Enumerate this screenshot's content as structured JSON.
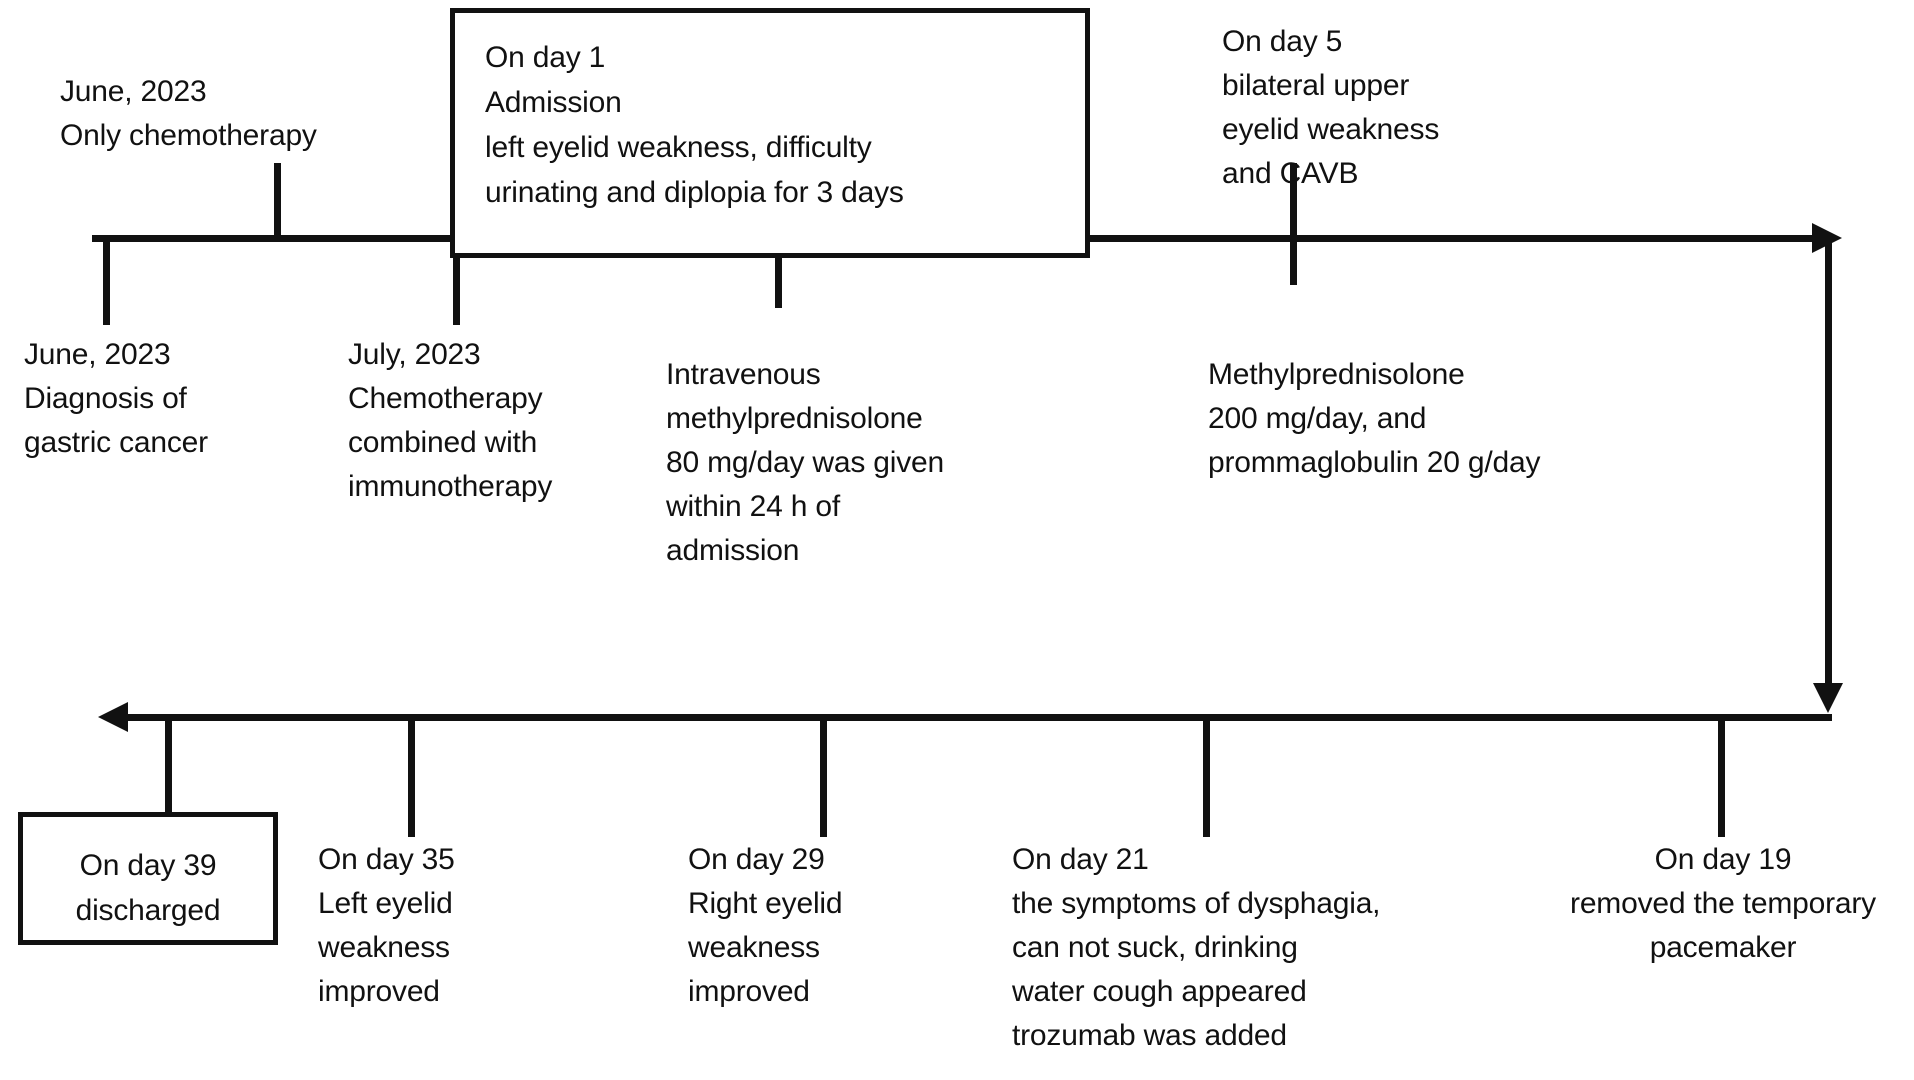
{
  "diagram": {
    "title": "Clinical course timeline",
    "line_color": "#111111",
    "background": "#ffffff"
  },
  "timeline_top": {
    "direction": "left-to-right",
    "above_labels": [
      {
        "id": "june-2023-chemo",
        "text": "June, 2023\nOnly chemotherapy"
      },
      {
        "id": "day5-cavb",
        "text": "On day 5\nbilateral upper\neyelid weakness\nand CAVB"
      }
    ],
    "above_boxes": [
      {
        "id": "day1-admission",
        "text": "On day 1\nAdmission\nleft eyelid weakness, difficulty\nurinating and diplopia for 3 days"
      }
    ],
    "below_labels": [
      {
        "id": "june-2023-diagnosis",
        "text": "June, 2023\nDiagnosis of\ngastric cancer"
      },
      {
        "id": "july-2023-immuno",
        "text": "July, 2023\nChemotherapy\ncombined with\nimmunotherapy"
      },
      {
        "id": "iv-methylprednisolone-80",
        "text": "Intravenous\nmethylprednisolone\n80 mg/day was given\nwithin 24 h of\nadmission"
      },
      {
        "id": "methylprednisolone-200",
        "text": "Methylprednisolone\n200 mg/day, and\nprommaglobulin 20 g/day"
      }
    ]
  },
  "timeline_bottom": {
    "direction": "right-to-left",
    "below_labels": [
      {
        "id": "day35-left-eyelid",
        "text": "On day 35\nLeft eyelid\nweakness\nimproved"
      },
      {
        "id": "day29-right-eyelid",
        "text": "On day 29\nRight eyelid\nweakness\nimproved"
      },
      {
        "id": "day21-dysphagia",
        "text": "On day 21\nthe symptoms of dysphagia,\ncan not suck, drinking\nwater cough appeared\ntrozumab was added"
      },
      {
        "id": "day19-pacemaker",
        "text": "On day 19\nremoved the temporary\npacemaker"
      }
    ],
    "below_boxes": [
      {
        "id": "day39-discharged",
        "text": "On day 39\ndischarged"
      }
    ]
  }
}
